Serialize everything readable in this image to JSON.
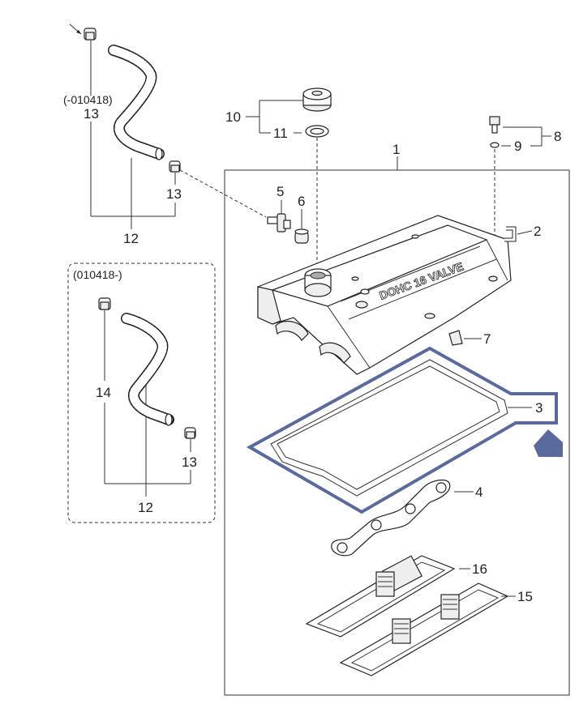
{
  "callouts": {
    "c1": "1",
    "c2": "2",
    "c3": "3",
    "c4": "4",
    "c5": "5",
    "c6": "6",
    "c7": "7",
    "c8": "8",
    "c9": "9",
    "c10": "10",
    "c11": "11",
    "c12a": "12",
    "c12b": "12",
    "c13a": "13",
    "c13b": "13",
    "c13c": "13",
    "c14": "14",
    "c15": "15",
    "c16": "16"
  },
  "date_ranges": {
    "before": "(-010418)",
    "after": "(010418-)"
  },
  "cover_text": "DOHC 16 VALVE",
  "colors": {
    "highlight": "#5a6a9a",
    "line": "#333333"
  }
}
